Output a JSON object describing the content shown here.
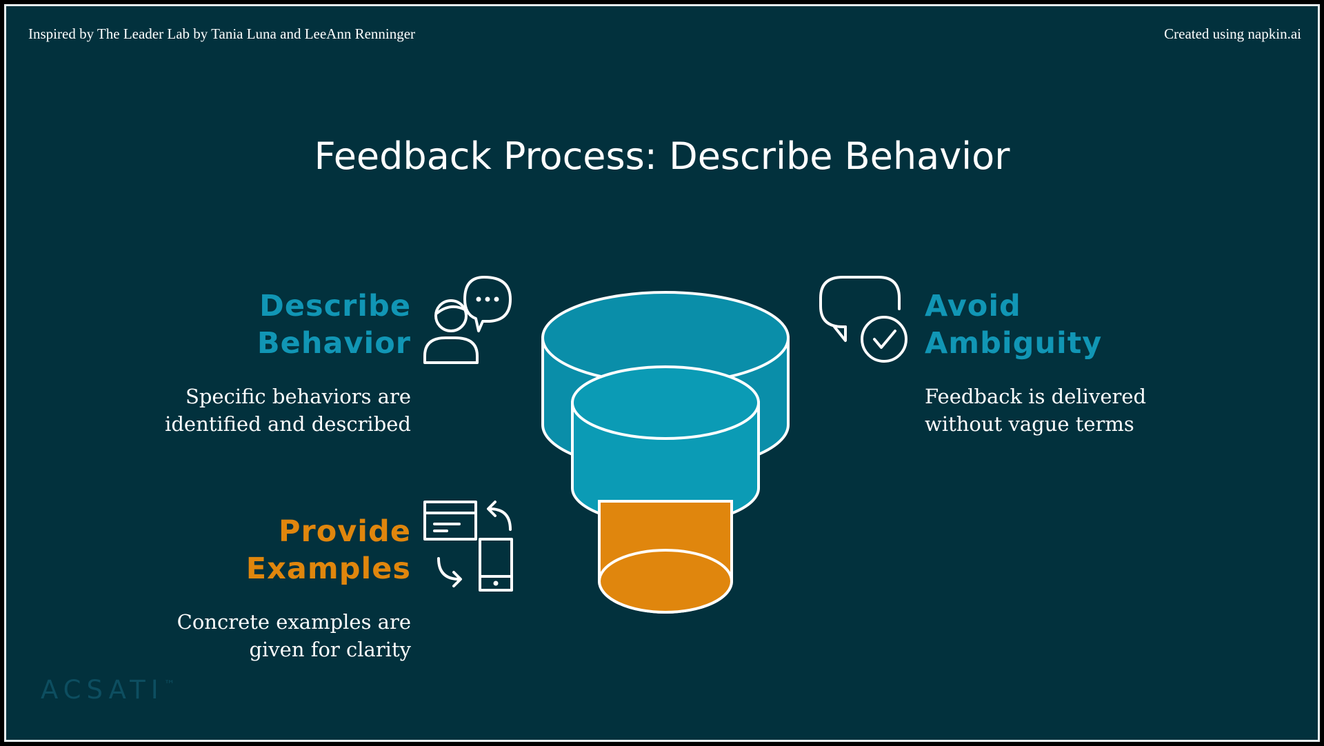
{
  "credits": {
    "left": "Inspired by The Leader Lab by Tania Luna and LeeAnn Renninger",
    "right": "Created using napkin.ai"
  },
  "title": "Feedback Process: Describe Behavior",
  "items": [
    {
      "heading_line1": "Describe",
      "heading_line2": "Behavior",
      "desc_line1": "Specific behaviors are",
      "desc_line2": "identified and described",
      "color": "#1196b5",
      "icon": "person-speech-icon"
    },
    {
      "heading_line1": "Avoid",
      "heading_line2": "Ambiguity",
      "desc_line1": "Feedback is delivered",
      "desc_line2": "without vague terms",
      "color": "#1196b5",
      "icon": "speech-check-icon"
    },
    {
      "heading_line1": "Provide",
      "heading_line2": "Examples",
      "desc_line1": "Concrete examples are",
      "desc_line2": "given for clarity",
      "color": "#e0860d",
      "icon": "devices-sync-icon"
    }
  ],
  "logo": {
    "text": "ACSATI",
    "mark": "™"
  },
  "colors": {
    "background": "#02313d",
    "cylinder_top": "#0a8ea9",
    "cylinder_middle": "#0b9bb5",
    "cylinder_bottom": "#e0860d"
  }
}
